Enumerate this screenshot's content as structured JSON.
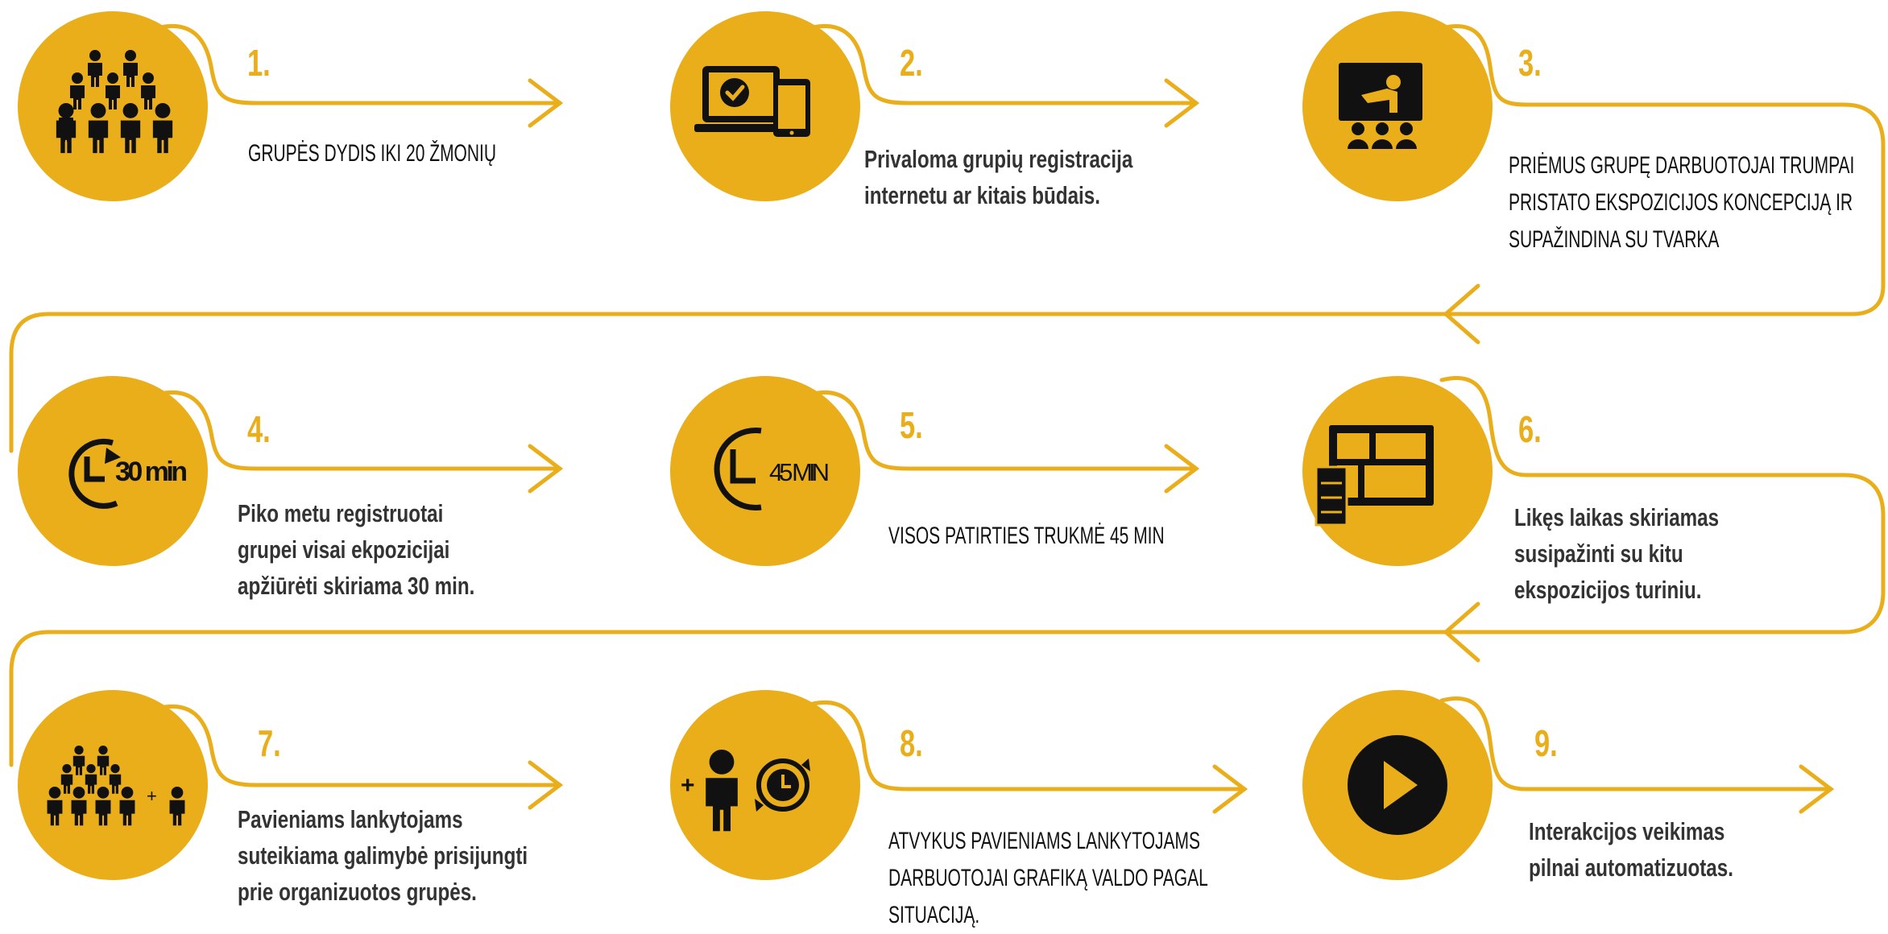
{
  "accent_color": "#e9ae1a",
  "steps": [
    {
      "number": "1.",
      "text": "Grupės dydis iki 20 žmonių",
      "icon": "crowd-icon"
    },
    {
      "number": "2.",
      "text_lines": [
        "Privaloma grupių registracija",
        "internetu ar kitais būdais."
      ],
      "icon": "laptop-tablet-check-icon"
    },
    {
      "number": "3.",
      "text_lines": [
        "Priėmus grupę darbuotojai trumpai",
        "pristato ekspozicijos koncepciją ir",
        "supažindina su tvarka"
      ],
      "icon": "presentation-icon"
    },
    {
      "number": "4.",
      "text_lines": [
        "Piko metu registruotai",
        "grupei visai ekpozicijai",
        "apžiūrėti skiriama 30 min."
      ],
      "icon": "clock-30-icon",
      "icon_label": "30 min"
    },
    {
      "number": "5.",
      "text": "Visos patirties trukmė 45 min",
      "icon": "clock-45-icon",
      "icon_label": "45 MIN"
    },
    {
      "number": "6.",
      "text_lines": [
        "Likęs laikas skiriamas",
        "susipažinti su kitu",
        "ekspozicijos turiniu."
      ],
      "icon": "exhibition-wall-icon"
    },
    {
      "number": "7.",
      "text_lines": [
        "Pavieniams lankytojams",
        "suteikiama galimybė prisijungti",
        "prie organizuotos grupės."
      ],
      "icon": "crowd-plus-person-icon",
      "icon_label": "+"
    },
    {
      "number": "8.",
      "text_lines": [
        "Atvykus pavieniams lankytojams",
        "darbuotojai grafiką valdo pagal",
        "situaciją."
      ],
      "icon": "person-plus-schedule-icon",
      "icon_label": "+"
    },
    {
      "number": "9.",
      "text_lines": [
        "Interakcijos veikimas",
        "pilnai automatizuotas."
      ],
      "icon": "play-icon"
    }
  ]
}
